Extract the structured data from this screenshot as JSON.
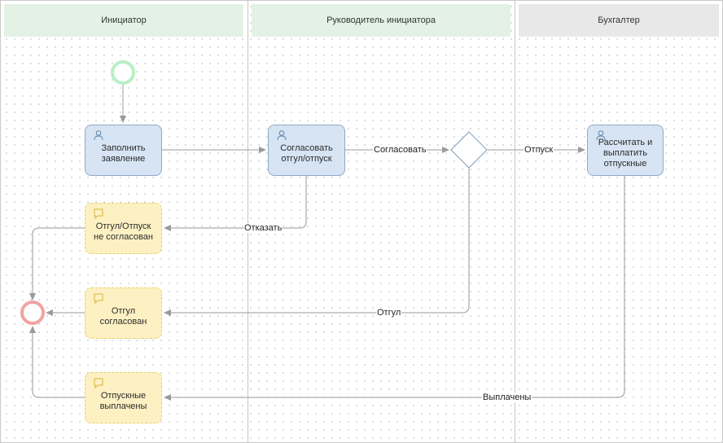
{
  "lanes": [
    {
      "title": "Инициатор",
      "color": "#e3f2e5"
    },
    {
      "title": "Руководитель инициатора",
      "color": "#e3f2e5"
    },
    {
      "title": "Бухгалтер",
      "color": "#e8e8e8"
    }
  ],
  "tasks": {
    "fill_request": {
      "label": "Заполнить заявление",
      "icon": "user-icon"
    },
    "approve_leave": {
      "label": "Согласовать отгул/отпуск",
      "icon": "user-icon"
    },
    "calc_pay": {
      "label": "Рассчитать и выплатить отпускные",
      "icon": "user-icon"
    },
    "not_approved": {
      "label": "Отгул/Отпуск не согласован",
      "icon": "message-icon"
    },
    "dayoff_approved": {
      "label": "Отгул согласован",
      "icon": "message-icon"
    },
    "paid": {
      "label": "Отпускные выплачены",
      "icon": "message-icon"
    }
  },
  "flow_labels": {
    "approve": "Согласовать",
    "reject": "Отказать",
    "vacation": "Отпуск",
    "dayoff": "Отгул",
    "paid": "Выплачены"
  },
  "colors": {
    "start_event": "#b9efc6",
    "end_event": "#f2a3a3",
    "arrow": "#9a9a9a"
  }
}
